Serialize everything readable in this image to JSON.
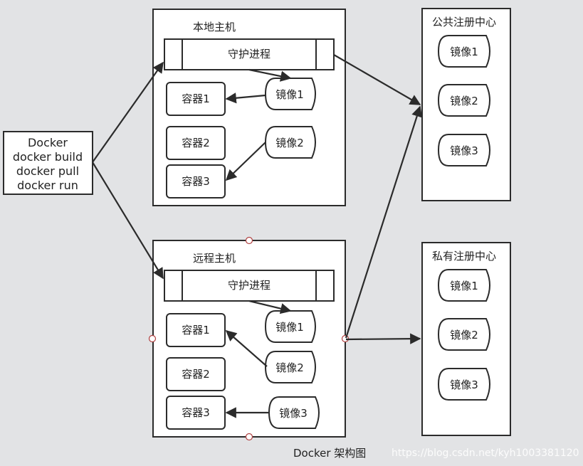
{
  "cli": {
    "lines": [
      "Docker",
      "docker build",
      "docker pull",
      "docker run"
    ]
  },
  "local_host": {
    "title": "本地主机",
    "daemon": "守护进程",
    "containers": [
      "容器1",
      "容器2",
      "容器3"
    ],
    "images": [
      "镜像1",
      "镜像2"
    ]
  },
  "remote_host": {
    "title": "远程主机",
    "daemon": "守护进程",
    "containers": [
      "容器1",
      "容器2",
      "容器3"
    ],
    "images": [
      "镜像1",
      "镜像2",
      "镜像3"
    ]
  },
  "public_registry": {
    "title": "公共注册中心",
    "images": [
      "镜像1",
      "镜像2",
      "镜像3"
    ]
  },
  "private_registry": {
    "title": "私有注册中心",
    "images": [
      "镜像1",
      "镜像2",
      "镜像3"
    ]
  },
  "caption": "Docker 架构图",
  "watermark": "https://blog.csdn.net/kyh1003381120",
  "colors": {
    "background": "#e2e3e5",
    "stroke": "#2b2b2b",
    "fill": "#ffffff",
    "selection_handle": "#b04040"
  }
}
